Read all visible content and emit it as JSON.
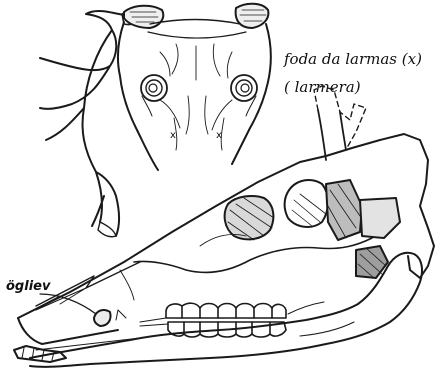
{
  "labels": {
    "tear_pit": "foda da larmas (x)",
    "tear_pit_alt": "( larmera)",
    "eye_tooth": "ögliev",
    "pit_marks": [
      "x",
      "x"
    ]
  }
}
